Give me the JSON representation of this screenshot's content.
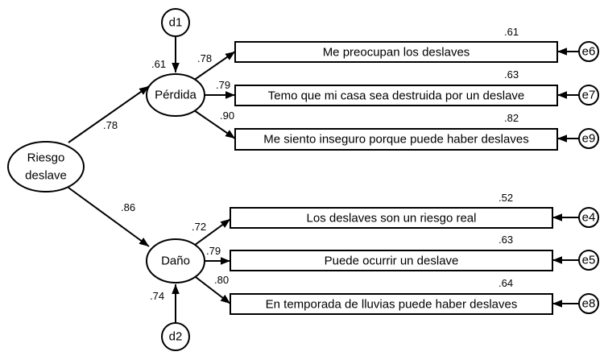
{
  "latent": {
    "riesgo_line1": "Riesgo",
    "riesgo_line2": "deslave",
    "perdida": "Pérdida",
    "dano": "Daño"
  },
  "disturbances": {
    "d1": "d1",
    "d2": "d2"
  },
  "indicators": {
    "i1": "Me preocupan los deslaves",
    "i2": "Temo que mi casa sea destruida por un deslave",
    "i3": "Me siento inseguro porque puede haber deslaves",
    "i4": "Los deslaves son un riesgo real",
    "i5": "Puede ocurrir un deslave",
    "i6": "En temporada de lluvias puede haber deslaves"
  },
  "errors": {
    "i1": "e6",
    "i2": "e7",
    "i3": "e9",
    "i4": "e4",
    "i5": "e5",
    "i6": "e8"
  },
  "loadings": {
    "riesgo_perdida": ".78",
    "riesgo_dano": ".86",
    "perdida_i1": ".78",
    "perdida_i2": ".79",
    "perdida_i3": ".90",
    "dano_i4": ".72",
    "dano_i5": ".79",
    "dano_i6": ".80"
  },
  "r_squared": {
    "perdida": ".61",
    "dano": ".74",
    "i1": ".61",
    "i2": ".63",
    "i3": ".82",
    "i4": ".52",
    "i5": ".63",
    "i6": ".64"
  }
}
